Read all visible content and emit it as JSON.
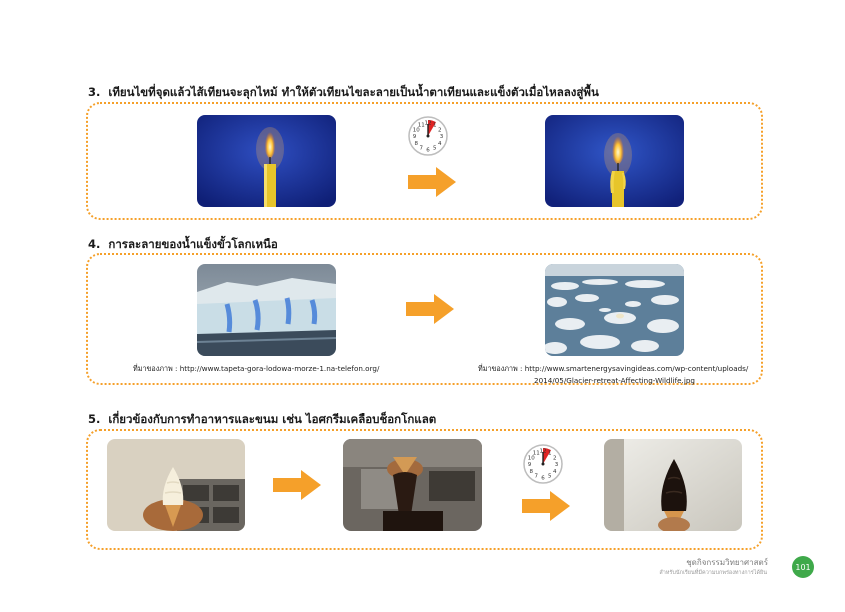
{
  "section3": {
    "number": "3.",
    "title": "เทียนไขที่จุดแล้วไส้เทียนจะลุกไหม้ ทำให้ตัวเทียนไขละลายเป็นน้ำตาเทียนและแข็งตัวเมื่อไหลลงสู่พื้น"
  },
  "section4": {
    "number": "4.",
    "title": "การละลายของน้ำแข็งขั้วโลกเหนือ",
    "caption_left": "ที่มาของภาพ : http://www.tapeta-gora-lodowa-morze-1.na-telefon.org/",
    "caption_right_line1": "ที่มาของภาพ :   http://www.smartenergysavingideas.com/wp-content/uploads/",
    "caption_right_line2": "2014/05/Glacier-retreat-Affecting-Wildlife.jpg"
  },
  "section5": {
    "number": "5.",
    "title": "เกี่ยวข้องกับการทำอาหารและขนม เช่น ไอศกรีมเคลือบช็อกโกแลต"
  },
  "clock": {
    "numbers": [
      "12",
      "1",
      "2",
      "3",
      "4",
      "5",
      "6",
      "7",
      "8",
      "9",
      "10",
      "11"
    ]
  },
  "footer": {
    "title": "ชุดกิจกรรมวิทยาศาสตร์",
    "subtitle": "สำหรับนักเรียนที่มีความบกพร่องทางการได้ยิน",
    "page_number": "101"
  },
  "colors": {
    "accent": "#f5a02a",
    "page_badge": "#3fa94a"
  }
}
